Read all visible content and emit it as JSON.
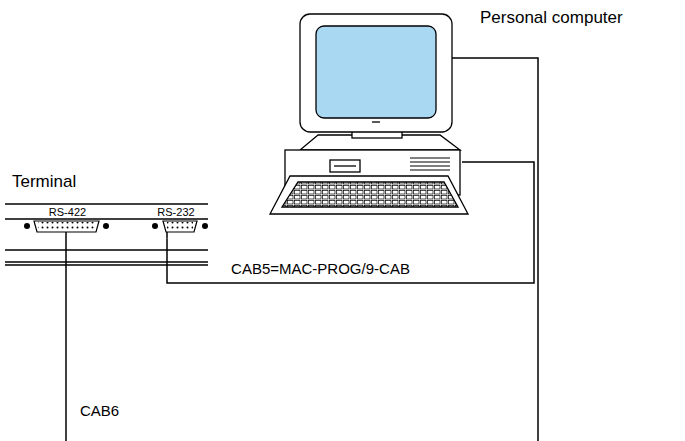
{
  "diagram": {
    "nodes": [
      {
        "text": [
          "Terminal"
        ]
      },
      {
        "text": [
          "RS-422"
        ],
        "in": 0
      },
      {
        "text": [
          "RS-232"
        ],
        "in": 0
      },
      {
        "text": [
          "Personal computer"
        ]
      }
    ],
    "edges": [
      {
        "from": 2,
        "to": 3,
        "arrow": "none",
        "label": "CAB5=MAC-PROG/9-CAB"
      }
    ],
    "labels": [
      "CAB6"
    ]
  }
}
